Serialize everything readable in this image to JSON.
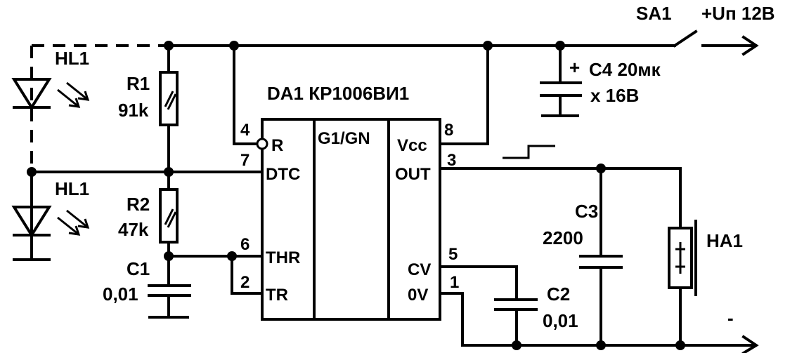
{
  "supply_label": "+Uп 12В",
  "switch_label": "SA1",
  "ic": {
    "title": "DA1 КР1006ВИ1",
    "center_label": "G1/GN",
    "left_pins": [
      {
        "num": "4",
        "name": "R"
      },
      {
        "num": "7",
        "name": "DTC"
      },
      {
        "num": "6",
        "name": "THR"
      },
      {
        "num": "2",
        "name": "TR"
      }
    ],
    "right_pins": [
      {
        "num": "8",
        "name": "Vcc"
      },
      {
        "num": "3",
        "name": "OUT"
      },
      {
        "num": "5",
        "name": "CV"
      },
      {
        "num": "1",
        "name": "0V"
      }
    ]
  },
  "components": {
    "r1": {
      "name": "R1",
      "value": "91k"
    },
    "r2": {
      "name": "R2",
      "value": "47k"
    },
    "c1": {
      "name": "C1",
      "value": "0,01"
    },
    "c2": {
      "name": "C2",
      "value": "0,01"
    },
    "c3": {
      "name": "C3",
      "value": "2200"
    },
    "c4": {
      "name": "C4 20мк",
      "value": "x 16В",
      "polarity": "+"
    },
    "hl1_top": {
      "name": "HL1"
    },
    "hl1_bottom": {
      "name": "HL1"
    },
    "ha1": {
      "name": "HA1"
    }
  },
  "ground_label": "-"
}
